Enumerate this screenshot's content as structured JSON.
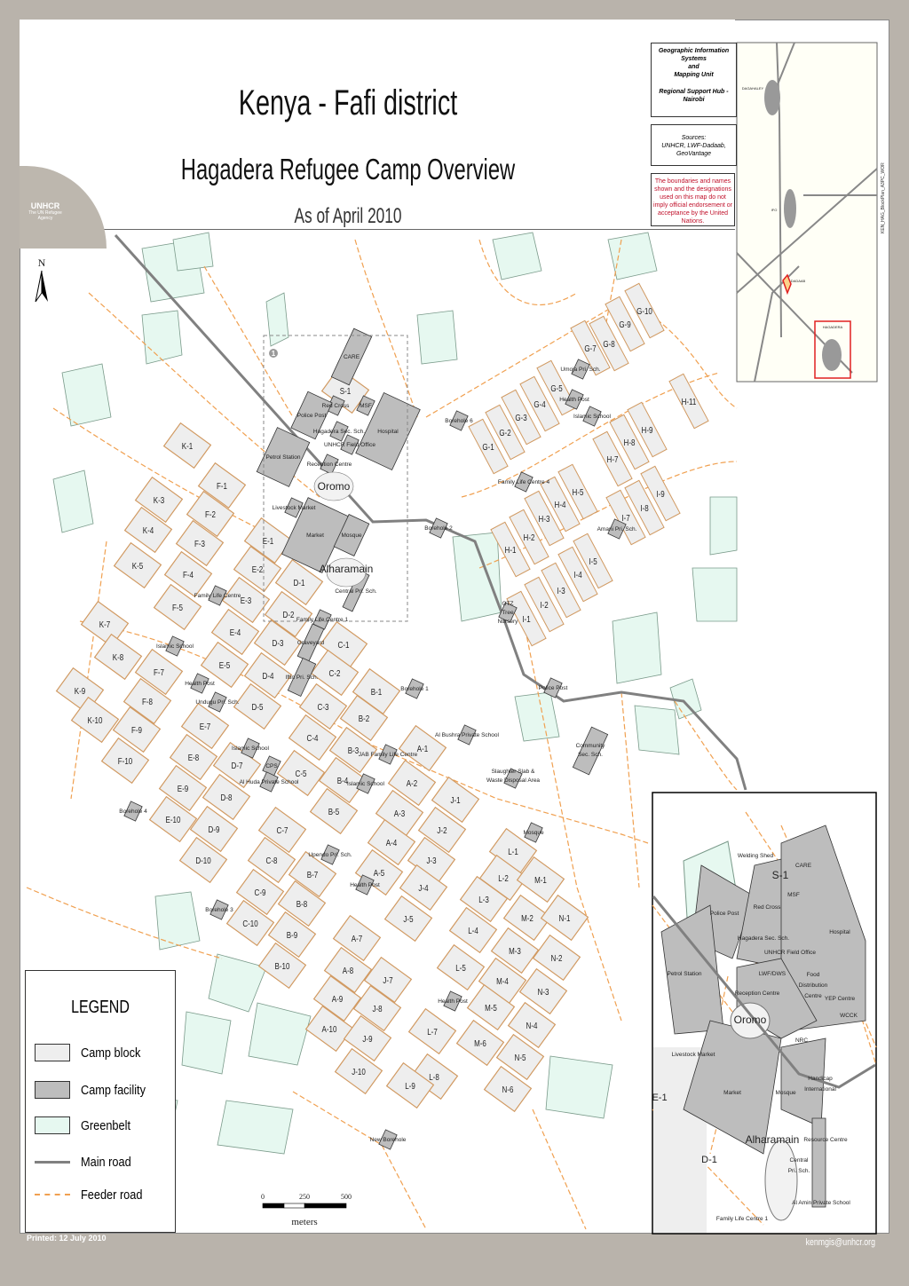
{
  "header": {
    "title": "Kenya - Fafi district",
    "subtitle": "Hagadera Refugee Camp Overview",
    "date": "As of April 2010",
    "logo": {
      "name": "UNHCR",
      "tagline": "The UN Refugee Agency"
    }
  },
  "info": {
    "unit": [
      "Geographic Information Systems",
      "and",
      "Mapping Unit",
      "Regional Support Hub - Nairobi"
    ],
    "sources_label": "Sources:",
    "sources": "UNHCR, LWF-Dadaab, GeoVantage",
    "disclaimer": "The boundaries and names shown and the designations used on this map do not imply official endorsement or acceptance by the United Nations."
  },
  "side_code": "KEN_HAG_BlockPlan_A3PC_WOR",
  "colors": {
    "camp_block": "#eeeeee",
    "camp_facility": "#bdbdbd",
    "greenbelt": "#e6f8f0",
    "main_road": "#808080",
    "feeder_road": "#f0a050",
    "highlight": "#e02020"
  },
  "north_label": "N",
  "overview_labels": [
    "DAGAHALEY",
    "IFO",
    "DADAAB",
    "HAGADERA"
  ],
  "inset_marker": "1",
  "blocks": [
    "G-10",
    "G-9",
    "G-8",
    "G-7",
    "G-5",
    "G-4",
    "G-3",
    "G-2",
    "G-1",
    "H-11",
    "H-9",
    "H-8",
    "H-7",
    "H-5",
    "H-4",
    "H-3",
    "H-2",
    "H-1",
    "I-9",
    "I-8",
    "I-7",
    "I-5",
    "I-4",
    "I-3",
    "I-2",
    "I-1",
    "K-1",
    "K-3",
    "K-4",
    "K-5",
    "K-7",
    "K-8",
    "K-9",
    "K-10",
    "F-1",
    "F-2",
    "F-3",
    "F-4",
    "F-5",
    "F-7",
    "F-8",
    "F-9",
    "F-10",
    "E-1",
    "E-2",
    "E-3",
    "E-4",
    "E-5",
    "E-7",
    "E-8",
    "E-9",
    "E-10",
    "D-1",
    "D-2",
    "D-3",
    "D-4",
    "D-5",
    "D-7",
    "D-8",
    "D-9",
    "D-10",
    "C-1",
    "C-2",
    "C-3",
    "C-4",
    "C-5",
    "C-7",
    "C-8",
    "C-9",
    "C-10",
    "B-1",
    "B-2",
    "B-3",
    "B-4",
    "B-5",
    "B-7",
    "B-8",
    "B-9",
    "B-10",
    "A-1",
    "A-2",
    "A-3",
    "A-4",
    "A-5",
    "A-7",
    "A-8",
    "A-9",
    "A-10",
    "J-1",
    "J-2",
    "J-3",
    "J-4",
    "J-5",
    "J-7",
    "J-8",
    "J-9",
    "J-10",
    "L-1",
    "L-2",
    "L-3",
    "L-4",
    "L-5",
    "L-7",
    "L-8",
    "L-9",
    "M-1",
    "M-2",
    "M-3",
    "M-4",
    "M-5",
    "M-6",
    "N-1",
    "N-2",
    "N-3",
    "N-4",
    "N-5",
    "N-6",
    "S-1"
  ],
  "facilities": [
    "CARE",
    "Red Cross",
    "MSF",
    "Police Post",
    "Hagadera Sec. Sch.",
    "Hospital",
    "UNHCR Field Office",
    "Petrol Station",
    "Reception Centre",
    "Livestock Market",
    "Market",
    "Mosque",
    "Central Pri. Sch.",
    "Family Life Centre 1",
    "Family Life Centre",
    "Islamic School",
    "Graveyard",
    "Iftin Pri. Sch.",
    "Health Post",
    "Undugu Pri. Sch.",
    "Islamic School",
    "CPS",
    "Al Huda Private School",
    "JAB Family Life Centre",
    "Islamic School",
    "Al Bushra Private School",
    "Borehole 1",
    "Community Sec. Sch.",
    "Slaughter Slab & Waste Disposal Area",
    "Mosque",
    "Police Post",
    "Upendo Pri. Sch.",
    "Health Post",
    "Borehole 3",
    "Borehole 4",
    "Health Post",
    "New Borehole",
    "Borehole 6",
    "Borehole 2",
    "Family Life Centre 4",
    "Umoja Pri. Sch.",
    "Health Post",
    "Islamic School",
    "Amani Pri. Sch.",
    "GTZ Tree Nursery"
  ],
  "areas": [
    "Oromo",
    "Alharamain"
  ],
  "detail_inset": [
    "Welding Shed",
    "CARE",
    "S-1",
    "MSF",
    "Red Cross",
    "Police Post",
    "Hospital",
    "Hagadera Sec. Sch.",
    "UNHCR Field Office",
    "LWF/DWS",
    "Petrol Station",
    "Food Distribution Centre",
    "Reception Centre",
    "YEP Centre",
    "WCCK",
    "Oromo",
    "NRC",
    "Livestock Market",
    "Handicap International",
    "Market",
    "Mosque",
    "E-1",
    "Alharamain",
    "Resource Centre",
    "D-1",
    "Central Pri. Sch.",
    "Al Amin Private School",
    "Family Life Centre 1"
  ],
  "legend": {
    "title": "LEGEND",
    "items": [
      "Camp block",
      "Camp facility",
      "Greenbelt",
      "Main road",
      "Feeder road"
    ]
  },
  "scale": {
    "ticks": [
      "0",
      "250",
      "500"
    ],
    "unit": "meters"
  },
  "footer": {
    "printed": "Printed: 12 July 2010",
    "email": "kenmgis@unhcr.org"
  }
}
